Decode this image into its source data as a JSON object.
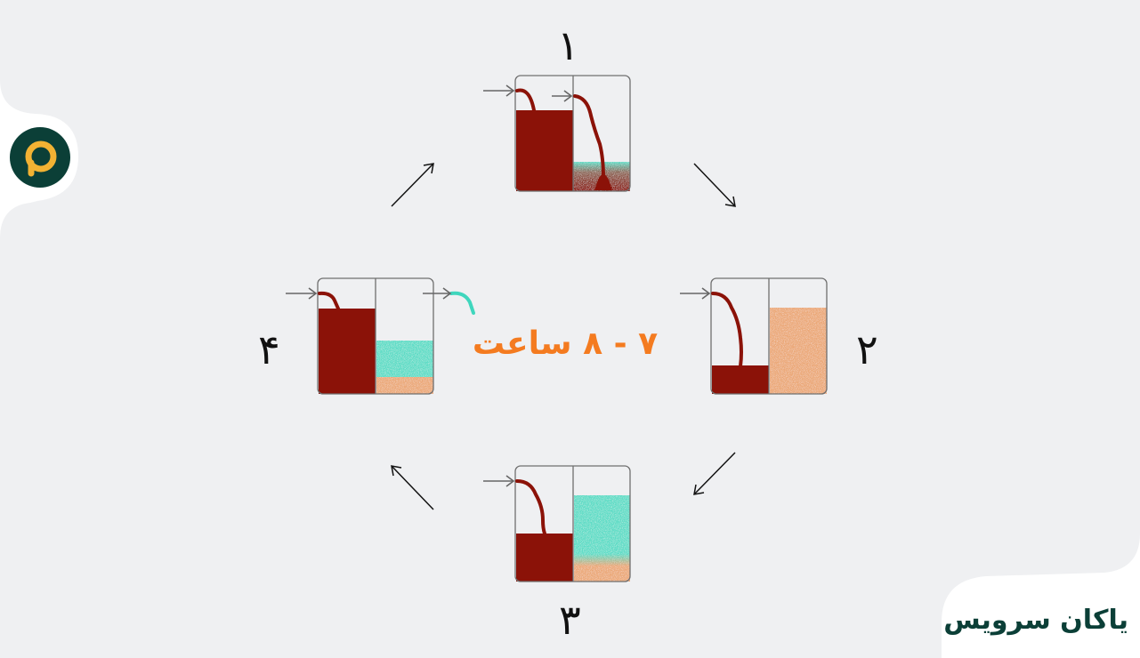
{
  "diagram": {
    "stages": [
      {
        "number": "۱"
      },
      {
        "number": "۲"
      },
      {
        "number": "۳"
      },
      {
        "number": "۴"
      }
    ],
    "cycle_time": "۷ - ۸ ساعت"
  },
  "brand": {
    "name": "یاکان سرویس",
    "logo_icon": "yakan-logo-icon"
  },
  "colors": {
    "background": "#eff0f2",
    "water_red": "#8b1208",
    "clean_water": "#5ddcc6",
    "sand": "#eba877",
    "cycle_time": "#f47b20",
    "brand": "#0b3f37"
  }
}
